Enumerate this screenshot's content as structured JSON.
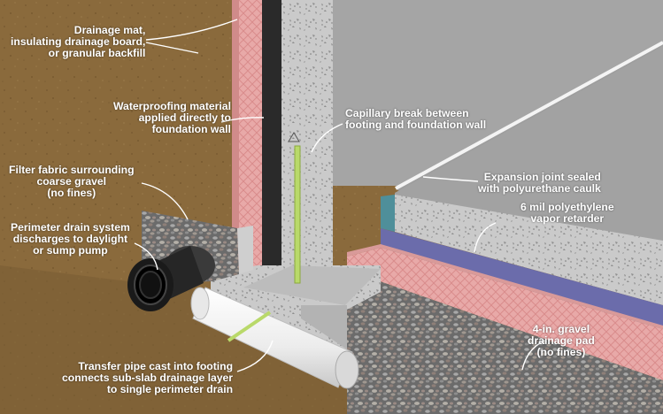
{
  "colors": {
    "soil": "#8a6a3c",
    "soil_dark": "#6e5230",
    "insulation_pink": "#e8a9a8",
    "concrete": "#c9c9c9",
    "slab_top": "#a4a4a4",
    "vapor_retarder": "#6b6cab",
    "waterproofing": "#2a2a2a",
    "pipe": "#f2f2f2",
    "drain_black": "#1a1a1a",
    "tube_green": "#b9d96a",
    "label_text": "#ffffff"
  },
  "labels": {
    "drainage_mat": "Drainage mat,\ninsulating drainage board,\nor granular backfill",
    "waterproofing": "Waterproofing material\napplied directly to\nfoundation wall",
    "capillary_break": "Capillary break between\nfooting and foundation wall",
    "filter_fabric": "Filter fabric surrounding\ncoarse gravel\n(no fines)",
    "expansion_joint": "Expansion joint sealed\nwith polyurethane caulk",
    "perimeter_drain": "Perimeter drain system\ndischarges to daylight\nor sump pump",
    "vapor_retarder": "6 mil polyethylene\nvapor retarder",
    "gravel_pad": "4-in. gravel\ndrainage pad\n(no fines)",
    "transfer_pipe": "Transfer pipe cast into footing\nconnects sub-slab drainage layer\nto single perimeter drain"
  }
}
